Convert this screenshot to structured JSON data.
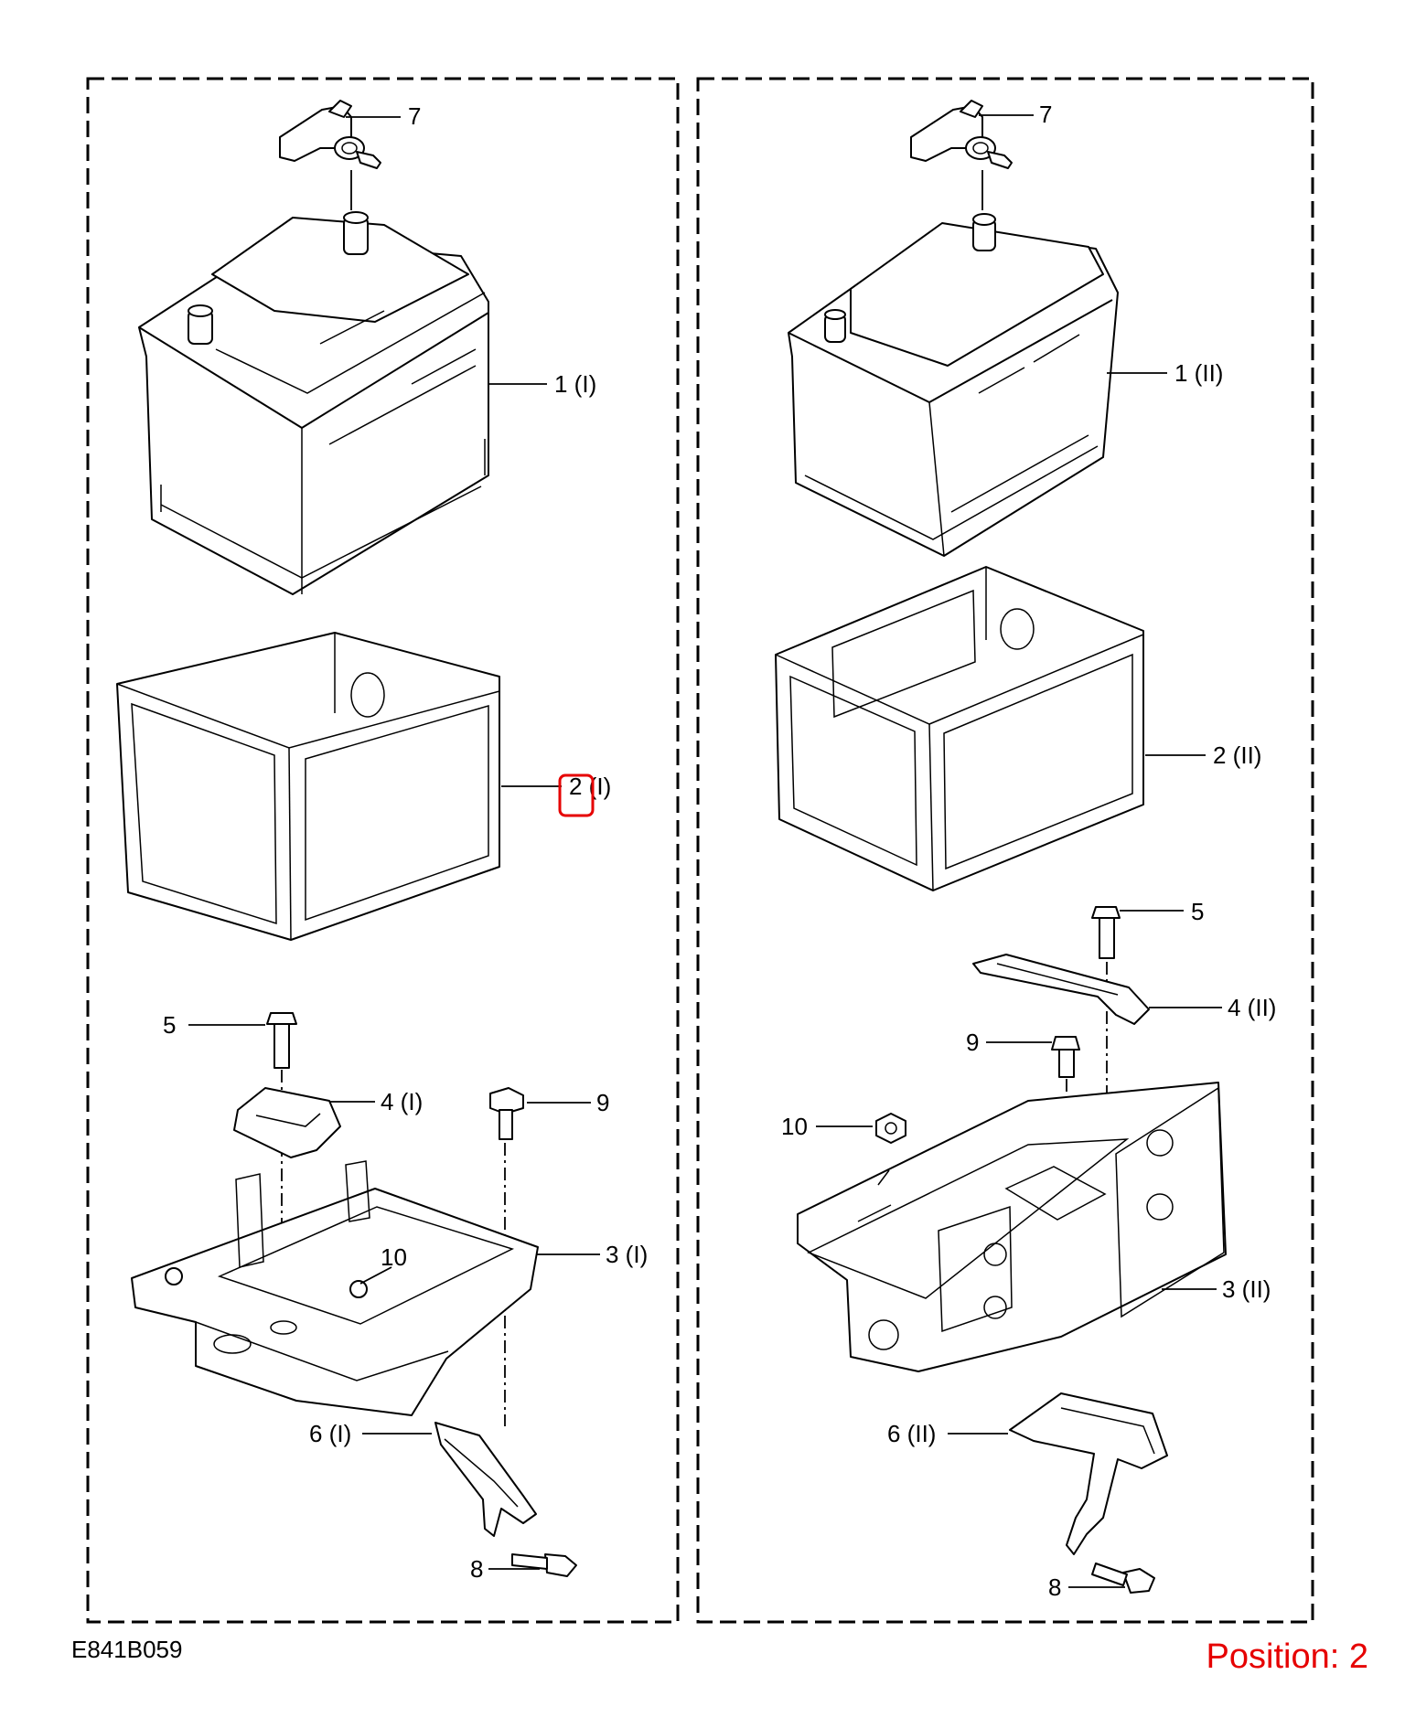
{
  "figure_code": "E841B059",
  "position_label": "Position: 2",
  "highlight_color": "#e60000",
  "panels": [
    {
      "name": "left",
      "callouts": {
        "battery": "1 (I)",
        "cover": "2 (I)",
        "tray": "3 (I)",
        "clamp": "4 (I)",
        "bolt5": "5",
        "bracket": "6 (I)",
        "sensor": "7",
        "bolt8": "8",
        "bolt9": "9",
        "nut10": "10"
      }
    },
    {
      "name": "right",
      "callouts": {
        "battery": "1 (II)",
        "cover": "2 (II)",
        "tray": "3 (II)",
        "clamp": "4 (II)",
        "bolt5": "5",
        "bracket": "6 (II)",
        "sensor": "7",
        "bolt8": "8",
        "bolt9": "9",
        "nut10": "10"
      }
    }
  ]
}
